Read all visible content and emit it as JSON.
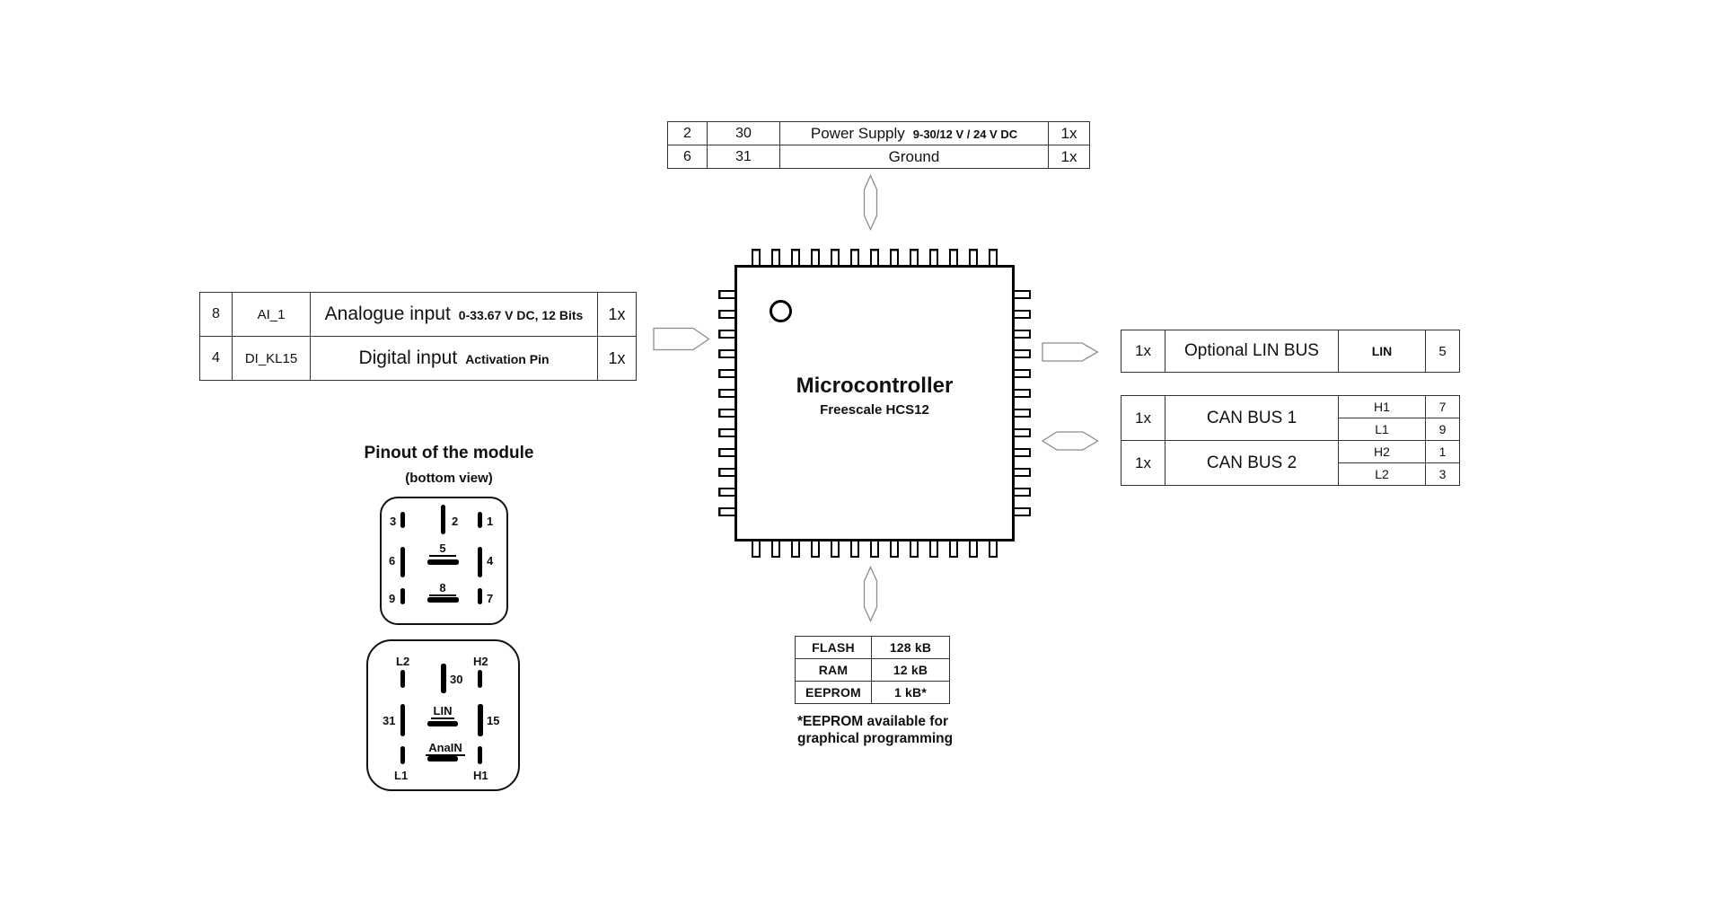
{
  "colors": {
    "background": "#ffffff",
    "text": "#111111",
    "table_line": "#333333",
    "chip_border": "#000000",
    "arrow_outline": "#8c8c8c"
  },
  "power_table": {
    "rows": [
      {
        "pin_a": "2",
        "pin_b": "30",
        "label": "Power Supply",
        "detail": "9-30/12 V / 24 V DC",
        "count": "1x"
      },
      {
        "pin_a": "6",
        "pin_b": "31",
        "label": "Ground",
        "detail": "",
        "count": "1x"
      }
    ]
  },
  "input_table": {
    "rows": [
      {
        "pin": "8",
        "name": "AI_1",
        "label": "Analogue input",
        "detail": "0-33.67 V DC, 12 Bits",
        "count": "1x"
      },
      {
        "pin": "4",
        "name": "DI_KL15",
        "label": "Digital input",
        "detail": "Activation Pin",
        "count": "1x"
      }
    ]
  },
  "chip": {
    "title": "Microcontroller",
    "subtitle": "Freescale HCS12"
  },
  "lin_table": {
    "count": "1x",
    "label": "Optional LIN BUS",
    "pin_name": "LIN",
    "pin_number": "5"
  },
  "can_table": {
    "groups": [
      {
        "count": "1x",
        "label": "CAN BUS 1",
        "pins": [
          {
            "name": "H1",
            "number": "7"
          },
          {
            "name": "L1",
            "number": "9"
          }
        ]
      },
      {
        "count": "1x",
        "label": "CAN BUS 2",
        "pins": [
          {
            "name": "H2",
            "number": "1"
          },
          {
            "name": "L2",
            "number": "3"
          }
        ]
      }
    ]
  },
  "memory_table": {
    "rows": [
      {
        "type": "FLASH",
        "size": "128 kB"
      },
      {
        "type": "RAM",
        "size": "12 kB"
      },
      {
        "type": "EEPROM",
        "size": "1 kB*"
      }
    ]
  },
  "footnote": {
    "line1": "*EEPROM available for",
    "line2": "graphical programming"
  },
  "arrows": {
    "power": "bidirectional-vertical-arrow",
    "input": "right-arrow",
    "lin": "right-arrow",
    "can": "bidirectional-horizontal-arrow",
    "memory": "bidirectional-vertical-arrow"
  },
  "pinout": {
    "title": "Pinout of the module",
    "subtitle": "(bottom view)",
    "connector1": {
      "top_left": "3",
      "top_center": "2",
      "top_right": "1",
      "mid_left": "6",
      "mid_center": "5",
      "mid_right": "4",
      "bot_left": "9",
      "bot_center": "8",
      "bot_right": "7"
    },
    "connector2": {
      "top_left": "L2",
      "top_center": "30",
      "top_right": "H2",
      "mid_left": "31",
      "mid_center": "LIN",
      "mid_right": "15",
      "bot_left": "L1",
      "bot_center": "AnaIN",
      "bot_right": "H1"
    }
  }
}
